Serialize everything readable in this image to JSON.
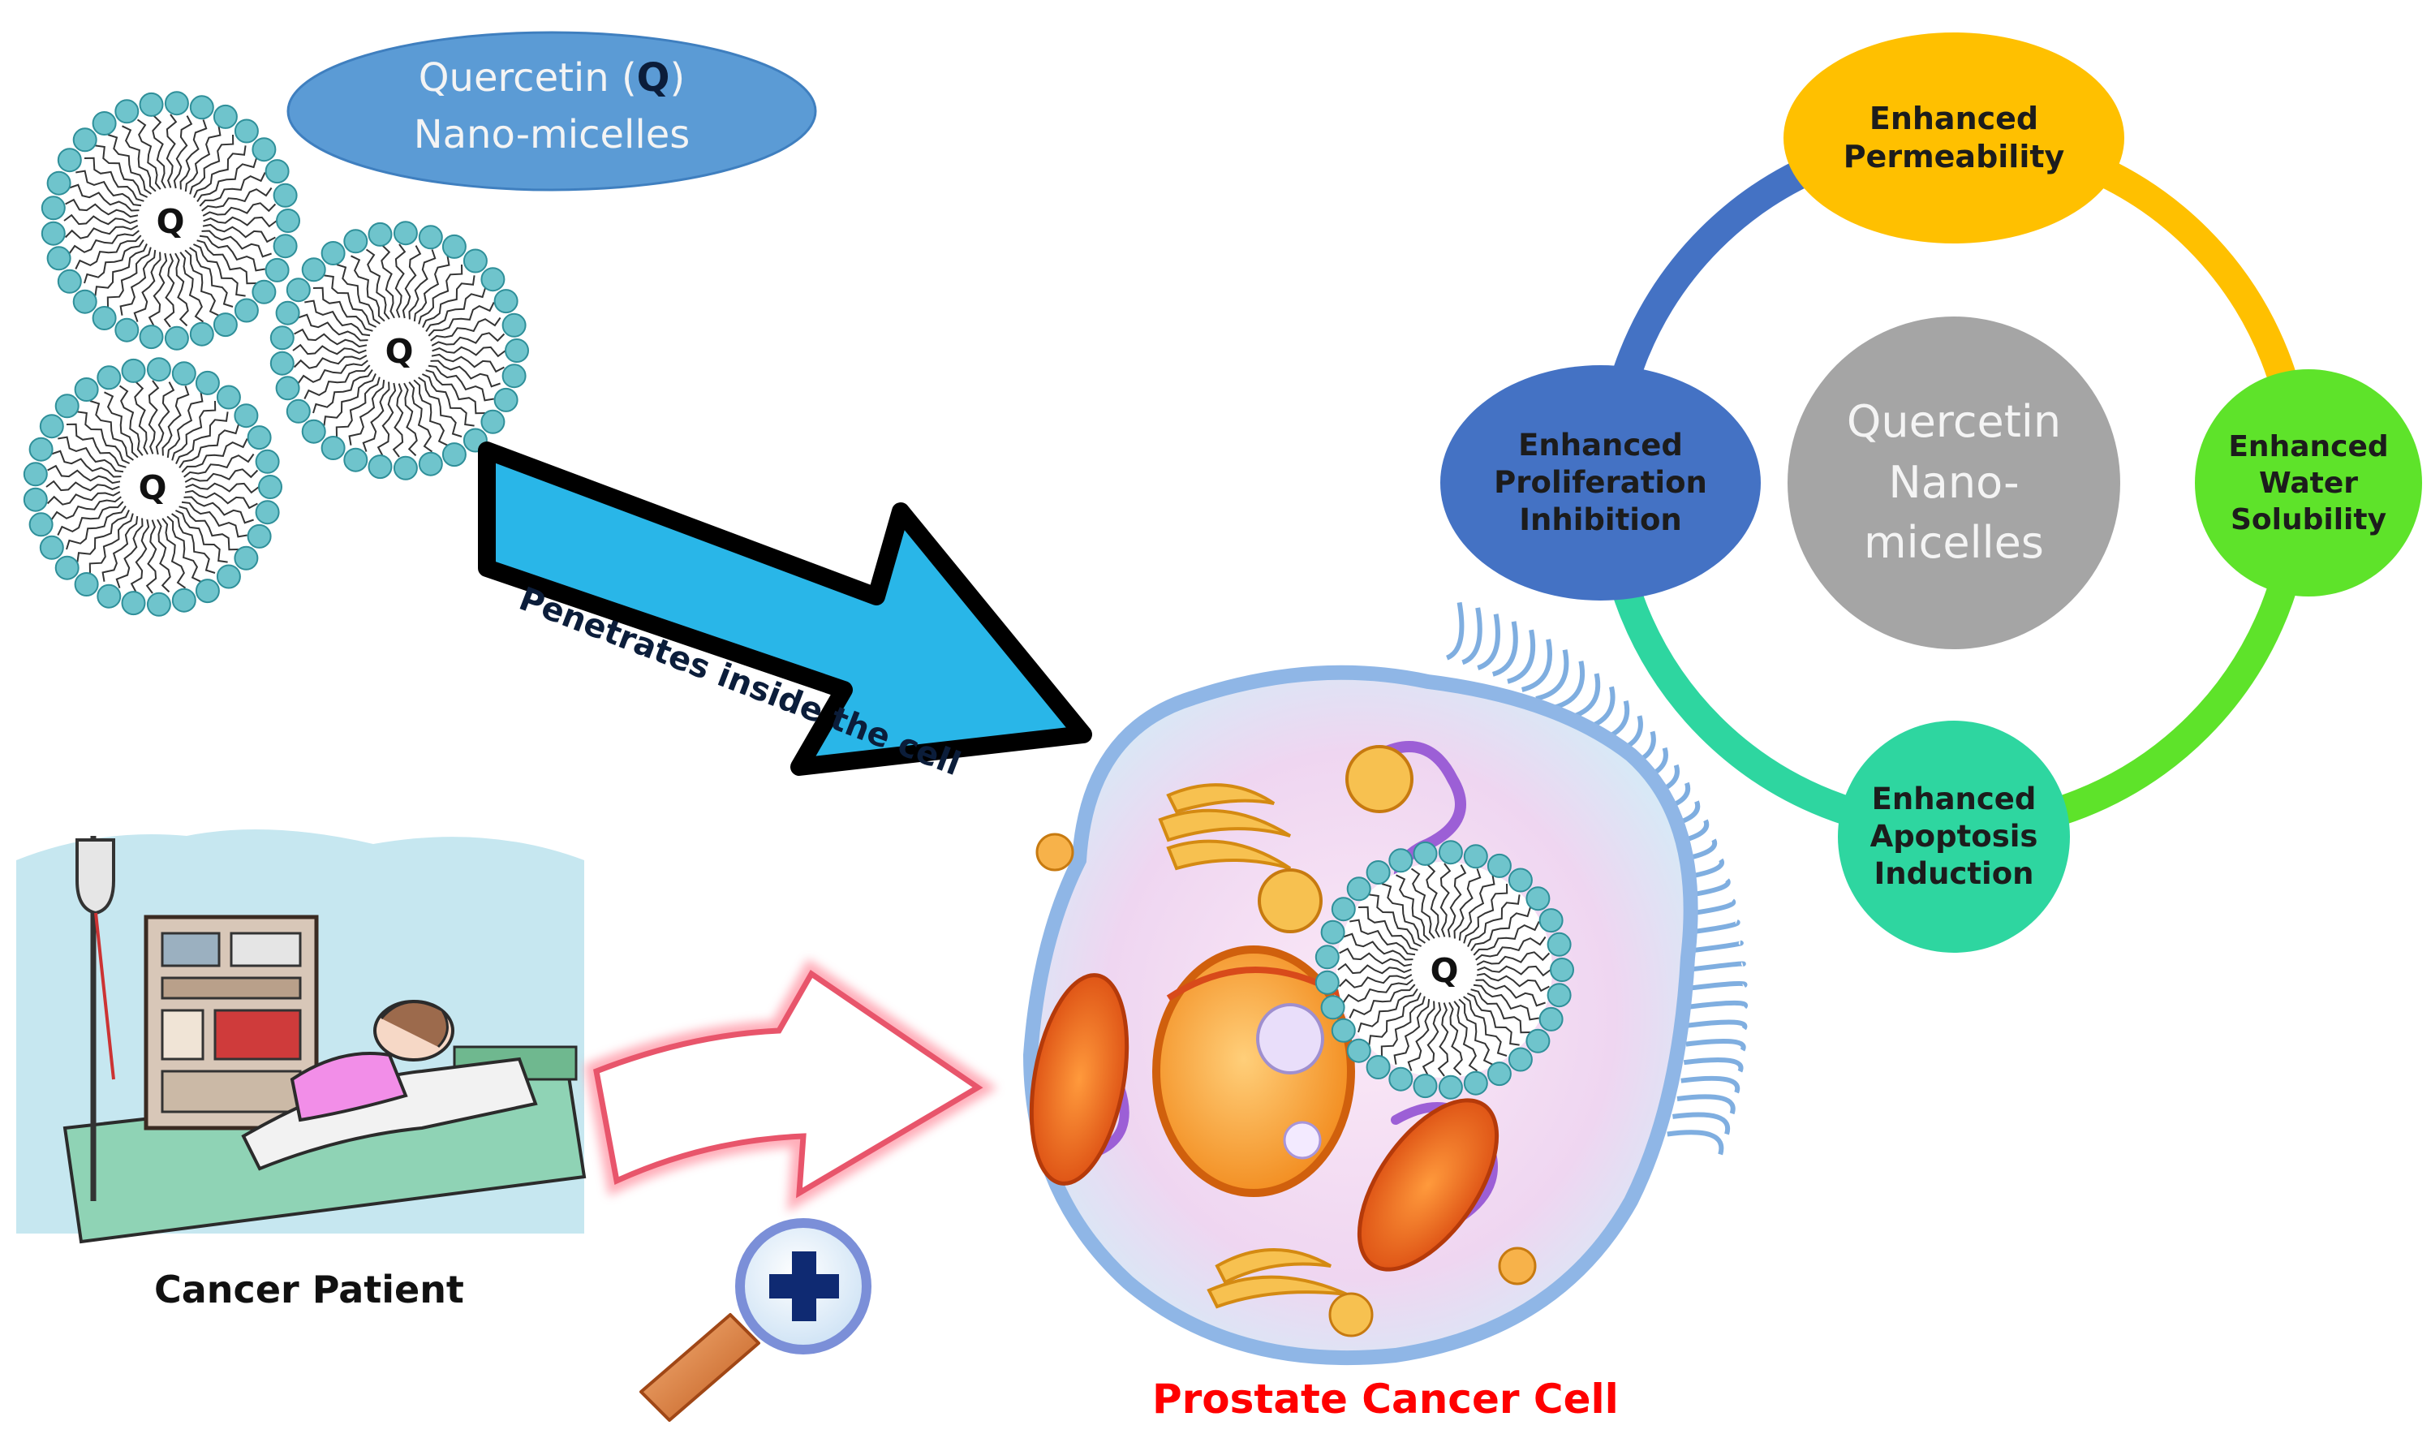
{
  "micelle_title": {
    "prefix": "Quercetin (",
    "q": "Q",
    "suffix": ")",
    "line2": "Nano-micelles"
  },
  "micelle_core_letter": "Q",
  "arrow_label": "Penetrates inside the cell",
  "patient_label": "Cancer Patient",
  "cell_label": "Prostate Cancer Cell",
  "cycle": {
    "center": [
      "Quercetin",
      "Nano-",
      "micelles"
    ],
    "nodes": {
      "top": [
        "Enhanced",
        "Permeability"
      ],
      "right": [
        "Enhanced",
        "Water",
        "Solubility"
      ],
      "bottom": [
        "Enhanced",
        "Apoptosis",
        "Induction"
      ],
      "left": [
        "Enhanced",
        "Proliferation",
        "Inhibition"
      ]
    }
  },
  "colors": {
    "micelle_bead": "#6fc4cc",
    "title_ellipse": "#5b9bd5",
    "arrow_fill": "#29b6e8",
    "top_node": "#ffc000",
    "right_node": "#5ee32a",
    "bottom_node": "#2ed6a0",
    "left_node": "#4472c4",
    "center_node": "#a5a5a5",
    "cell_label": "#ff0000"
  }
}
